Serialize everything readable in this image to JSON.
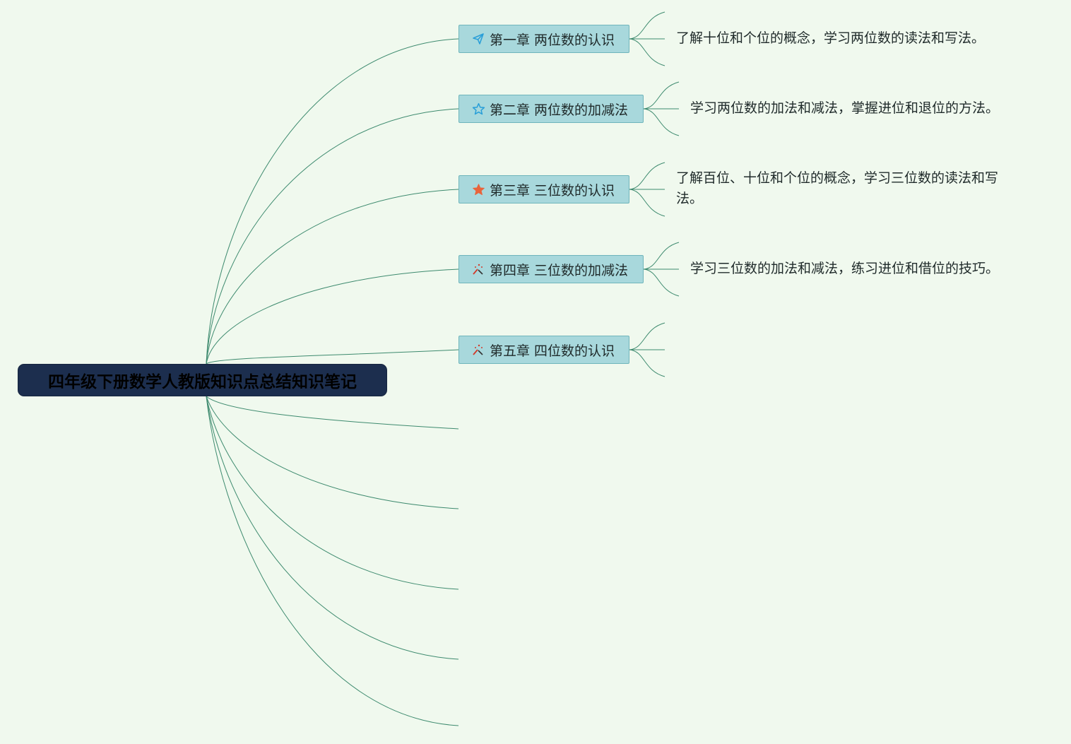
{
  "mindmap": {
    "root": {
      "title": "四年级下册数学人教版知识点总结知识笔记"
    },
    "chapters": [
      {
        "title": "第一章 两位数的认识",
        "icon": "paper-plane-icon",
        "icon_color": "#2a9fd8",
        "note": "了解十位和个位的概念，学习两位数的读法和写法。"
      },
      {
        "title": "第二章 两位数的加减法",
        "icon": "star-outline-icon",
        "icon_color": "#2a9fd8",
        "note": "学习两位数的加法和减法，掌握进位和退位的方法。"
      },
      {
        "title": "第三章 三位数的认识",
        "icon": "star-filled-icon",
        "icon_color": "#e8643c",
        "note": "了解百位、十位和个位的概念，学习三位数的读法和写法。"
      },
      {
        "title": "第四章 三位数的加减法",
        "icon": "magic-wand-icon",
        "icon_color": "#d23a2a",
        "note": "学习三位数的加法和减法，练习进位和借位的技巧。"
      },
      {
        "title": "第五章 四位数的认识",
        "icon": "magic-wand-icon",
        "icon_color": "#d23a2a",
        "note": ""
      }
    ],
    "line_color": "#3d8a6e"
  }
}
